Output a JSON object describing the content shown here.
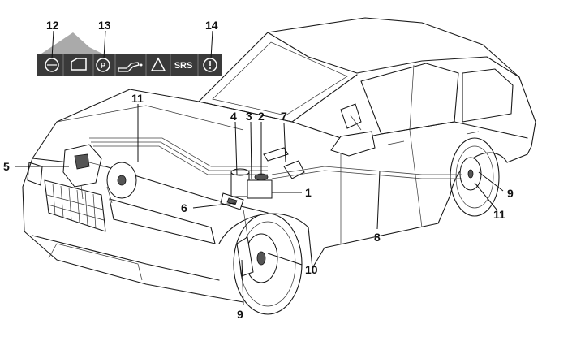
{
  "callouts": [
    {
      "id": "c12",
      "text": "12"
    },
    {
      "id": "c13",
      "text": "13"
    },
    {
      "id": "c14",
      "text": "14"
    },
    {
      "id": "c11a",
      "text": "11"
    },
    {
      "id": "c4",
      "text": "4"
    },
    {
      "id": "c3",
      "text": "3"
    },
    {
      "id": "c2",
      "text": "2"
    },
    {
      "id": "c7",
      "text": "7"
    },
    {
      "id": "c5",
      "text": "5"
    },
    {
      "id": "c1",
      "text": "1"
    },
    {
      "id": "c6",
      "text": "6"
    },
    {
      "id": "c9a",
      "text": "9"
    },
    {
      "id": "c11b",
      "text": "11"
    },
    {
      "id": "c8",
      "text": "8"
    },
    {
      "id": "c10",
      "text": "10"
    },
    {
      "id": "c9b",
      "text": "9"
    }
  ],
  "warning_panel": {
    "srs_label": "SRS",
    "icons": [
      "abs-warning-icon",
      "door-open-icon",
      "parking-brake-icon",
      "oil-pressure-icon",
      "warning-triangle-icon",
      "srs-airbag-icon",
      "brake-warning-icon"
    ],
    "panel_color": "#3a3a3a",
    "icon_color": "#ffffff"
  }
}
